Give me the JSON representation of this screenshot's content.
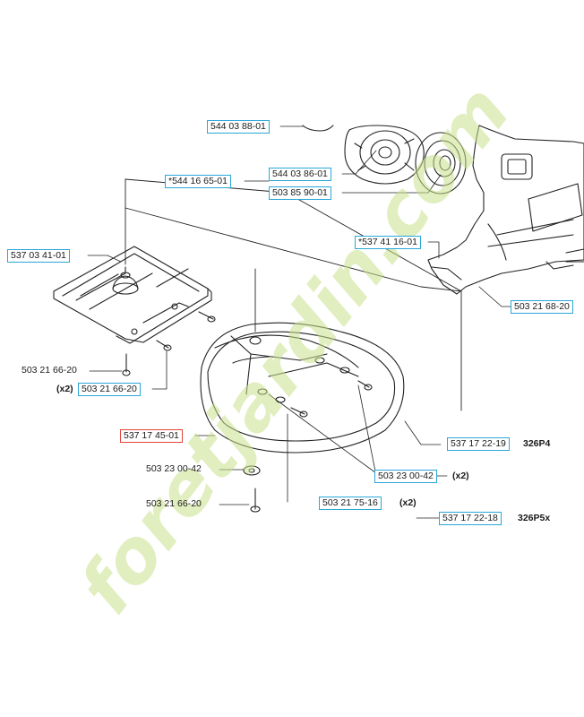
{
  "labels": {
    "p_544_03_88": "544 03 88-01",
    "p_544_16_65": "*544 16 65-01",
    "p_544_03_86": "544 03 86-01",
    "p_503_85_90": "503 85 90-01",
    "p_537_03_41": "537 03 41-01",
    "p_537_41_16": "*537 41 16-01",
    "p_503_21_68": "503 21 68-20",
    "p_503_21_66_a": "503 21 66-20",
    "p_x2_prefix": "(x2)",
    "p_503_21_66_b": "503 21 66-20",
    "p_537_17_45": "537 17 45-01",
    "p_537_17_22_19": "537 17 22-19",
    "s_326P4": "326P4",
    "p_503_23_00_a": "503 23 00-42",
    "p_503_23_00_b": "503 23 00-42",
    "s_x2_a": "(x2)",
    "p_503_21_66_c": "503 21 66-20",
    "p_503_21_75": "503 21 75-16",
    "s_x2_b": "(x2)",
    "p_537_17_22_18": "537 17 22-18",
    "s_326P5x": "326P5x"
  },
  "watermark": {
    "text": "foretjardin.com",
    "colors": [
      "#bfd97a",
      "#f3c98a",
      "#b8b0a0"
    ]
  },
  "colors": {
    "callout_box": "#2aa6d8",
    "callout_box_selected": "#e0463c",
    "line": "#222222"
  }
}
